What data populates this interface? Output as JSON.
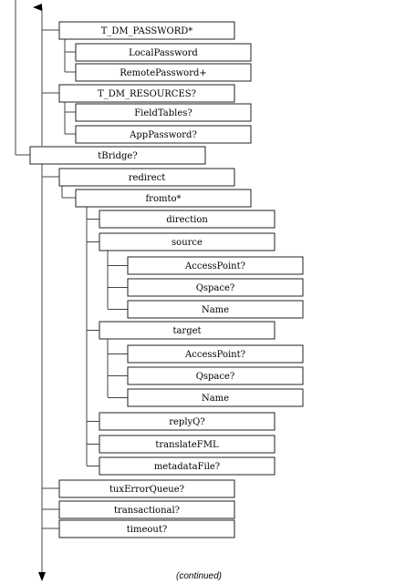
{
  "nodes": [
    {
      "id": "t_dm_password",
      "label": "T_DM_PASSWORD*"
    },
    {
      "id": "localpassword",
      "label": "LocalPassword"
    },
    {
      "id": "remotepassword",
      "label": "RemotePassword+"
    },
    {
      "id": "t_dm_resources",
      "label": "T_DM_RESOURCES?"
    },
    {
      "id": "fieldtables",
      "label": "FieldTables?"
    },
    {
      "id": "apppassword",
      "label": "AppPassword?"
    },
    {
      "id": "tbridge",
      "label": "tBridge?"
    },
    {
      "id": "redirect",
      "label": "redirect"
    },
    {
      "id": "fromto",
      "label": "fromto*"
    },
    {
      "id": "direction",
      "label": "direction"
    },
    {
      "id": "source",
      "label": "source"
    },
    {
      "id": "source_accesspoint",
      "label": "AccessPoint?"
    },
    {
      "id": "source_qspace",
      "label": "Qspace?"
    },
    {
      "id": "source_name",
      "label": "Name"
    },
    {
      "id": "target",
      "label": "target"
    },
    {
      "id": "target_accesspoint",
      "label": "AccessPoint?"
    },
    {
      "id": "target_qspace",
      "label": "Qspace?"
    },
    {
      "id": "target_name",
      "label": "Name"
    },
    {
      "id": "replyq",
      "label": "replyQ?"
    },
    {
      "id": "translatefml",
      "label": "translateFML"
    },
    {
      "id": "metadatafile",
      "label": "metadataFile?"
    },
    {
      "id": "tuxerrorqueue",
      "label": "tuxErrorQueue?"
    },
    {
      "id": "transactional",
      "label": "transactional?"
    },
    {
      "id": "timeout",
      "label": "timeout?"
    }
  ],
  "caption": "(continued)"
}
